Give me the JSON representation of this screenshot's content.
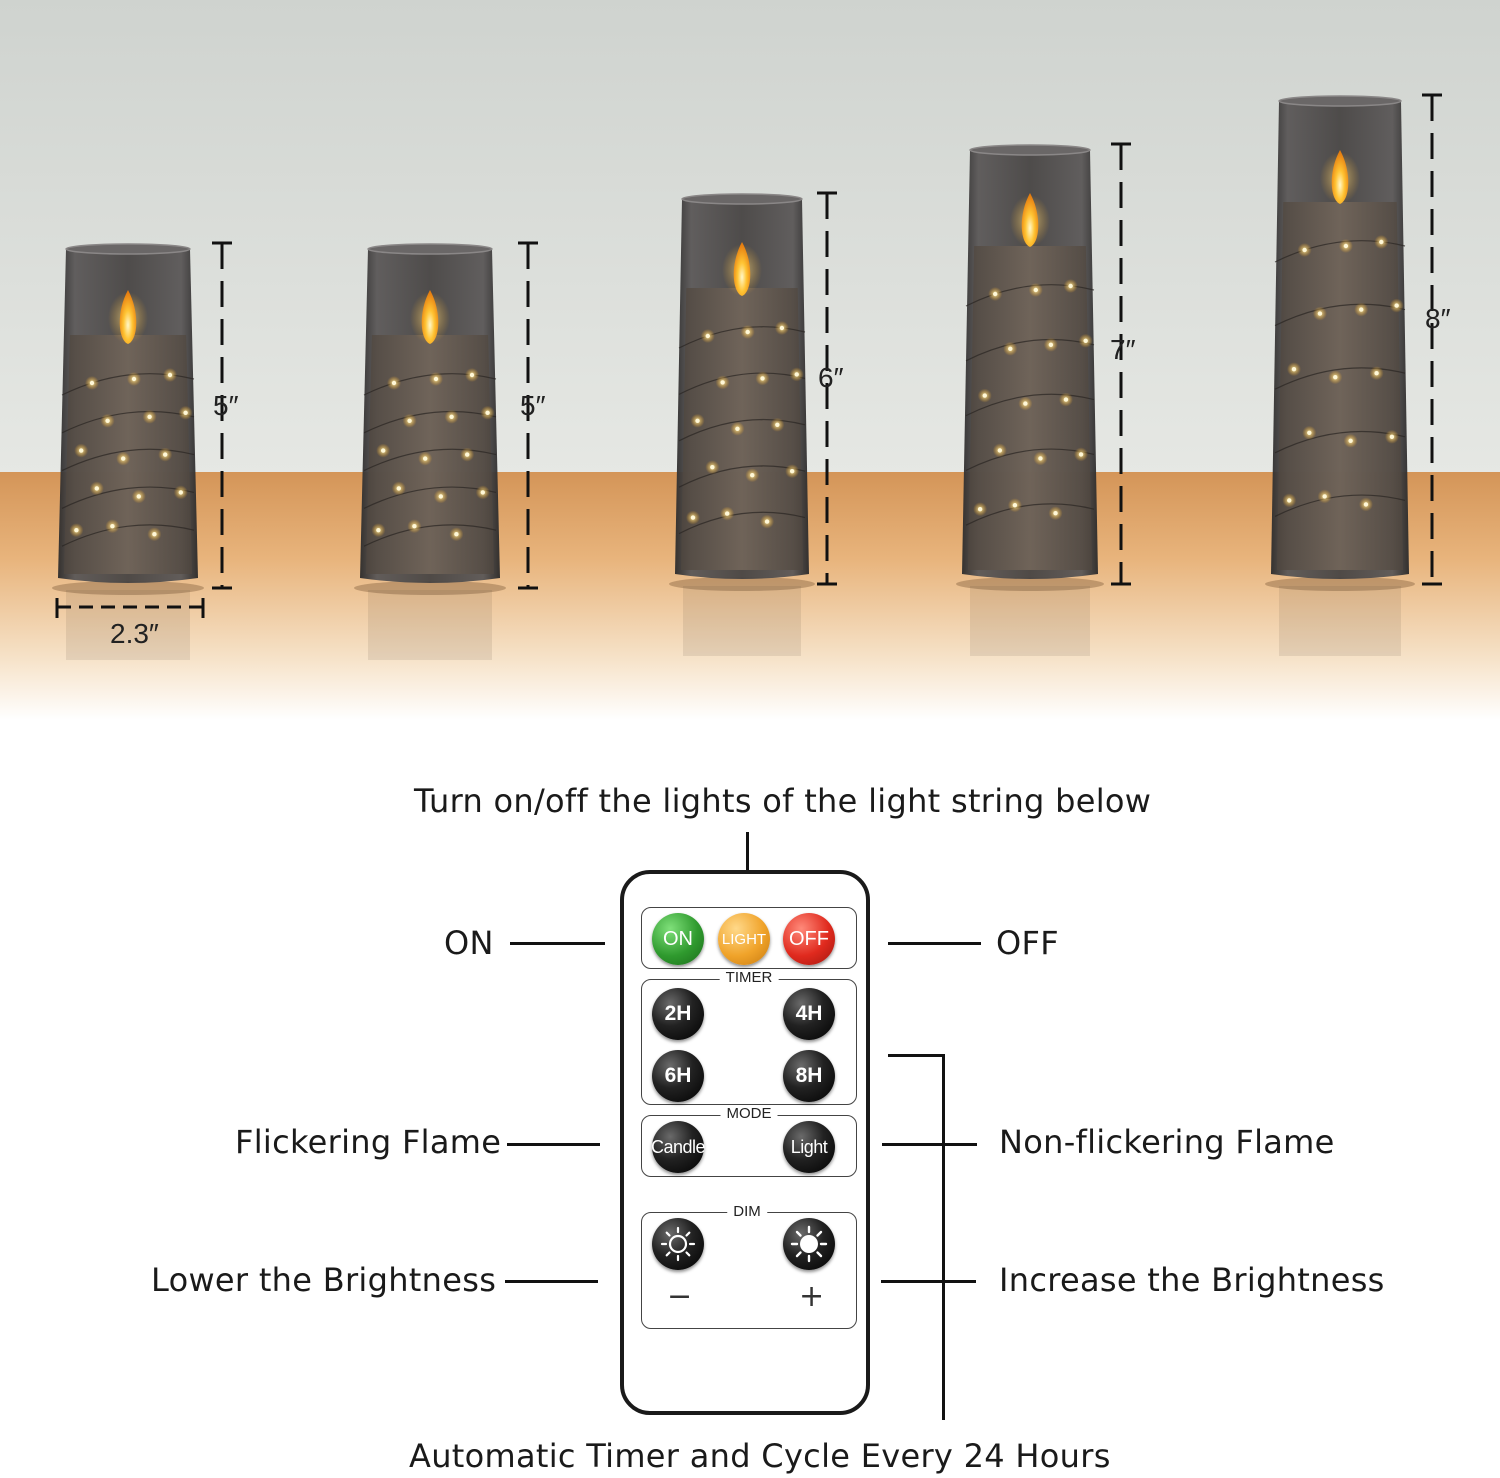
{
  "dimensions": {
    "width_label": "2.3″",
    "candles": [
      {
        "height_label": "5″"
      },
      {
        "height_label": "5″"
      },
      {
        "height_label": "6″"
      },
      {
        "height_label": "7″"
      },
      {
        "height_label": "8″"
      }
    ]
  },
  "annotations": {
    "top": "Turn on/off the lights of the light string below",
    "on": "ON",
    "off": "OFF",
    "flicker": "Flickering Flame",
    "non_flicker": "Non-flickering Flame",
    "lower": "Lower the Brightness",
    "increase": "Increase the Brightness",
    "bottom": "Automatic Timer and Cycle Every 24 Hours"
  },
  "remote": {
    "power": {
      "on": "ON",
      "light": "LIGHT",
      "off": "OFF"
    },
    "timer": {
      "title": "TIMER",
      "buttons": [
        "2H",
        "4H",
        "6H",
        "8H"
      ]
    },
    "mode": {
      "title": "MODE",
      "candle": "Candle",
      "light": "Light"
    },
    "dim": {
      "title": "DIM",
      "minus": "−",
      "plus": "+"
    }
  },
  "colors": {
    "glass": "#3e3c3c",
    "wax": "#6b5f54",
    "flame": "#ffb020",
    "table": "#e3a868",
    "wall": "#d8dcd8"
  }
}
